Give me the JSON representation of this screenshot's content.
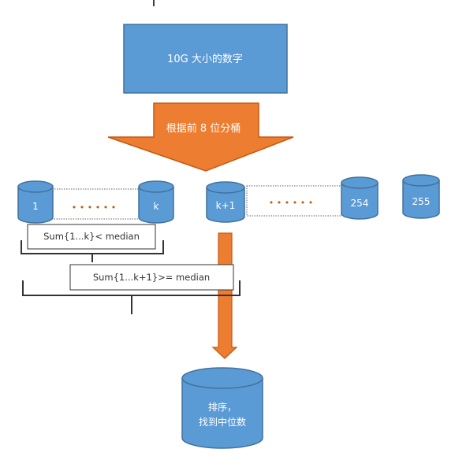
{
  "source_box": {
    "label": "10G 大小的数字"
  },
  "bucket_arrow": {
    "label": "根据前 8 位分桶"
  },
  "buckets": {
    "first": "1",
    "k": "k",
    "k_plus_1": "k+1",
    "b254": "254",
    "b255": "255",
    "ellipsis": "• • • • • •"
  },
  "brace_labels": {
    "sum_lt": "Sum{1...k}< median",
    "sum_ge": "Sum{1...k+1}>= median"
  },
  "result_cylinder": {
    "line1": "排序，",
    "line2": "找到中位数"
  },
  "colors": {
    "blue": "#5b9bd5",
    "blue_dark": "#41719c",
    "orange": "#ed7d31",
    "orange_dark": "#c55a11"
  }
}
